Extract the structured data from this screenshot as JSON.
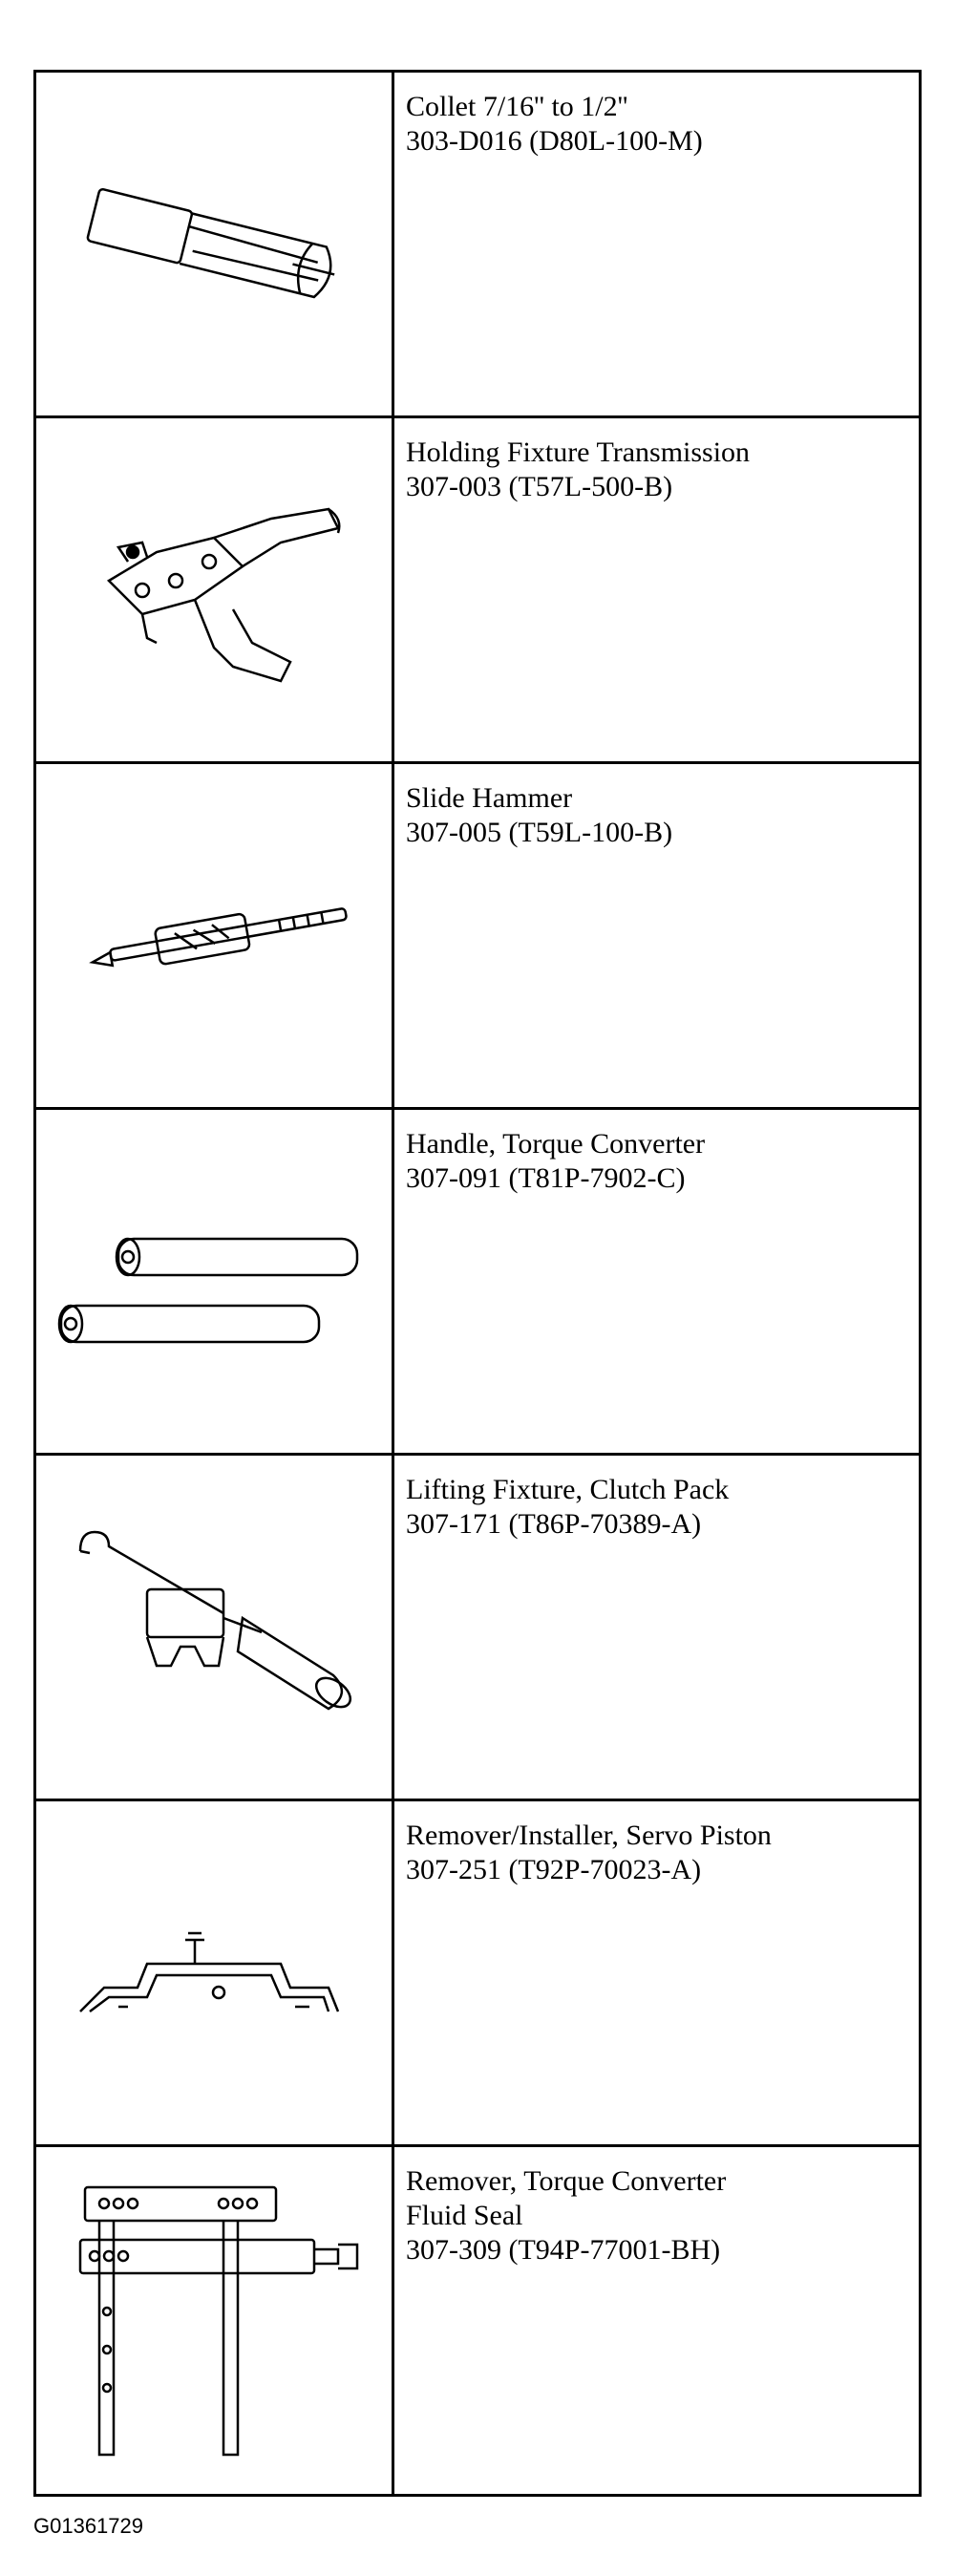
{
  "tools": [
    {
      "name": "Collet 7/16'' to 1/2''",
      "extra": "",
      "code": "303-D016 (D80L-100-M)",
      "icon": "collet-icon"
    },
    {
      "name": "Holding Fixture Transmission",
      "extra": "",
      "code": "307-003 (T57L-500-B)",
      "icon": "holding-fixture-icon"
    },
    {
      "name": "Slide Hammer",
      "extra": "",
      "code": "307-005 (T59L-100-B)",
      "icon": "slide-hammer-icon"
    },
    {
      "name": "Handle, Torque Converter",
      "extra": "",
      "code": "307-091 (T81P-7902-C)",
      "icon": "torque-converter-handle-icon"
    },
    {
      "name": "Lifting Fixture, Clutch Pack",
      "extra": "",
      "code": "307-171 (T86P-70389-A)",
      "icon": "lifting-fixture-icon"
    },
    {
      "name": "Remover/Installer, Servo Piston",
      "extra": "",
      "code": "307-251 (T92P-70023-A)",
      "icon": "servo-piston-tool-icon"
    },
    {
      "name": "Remover, Torque Converter",
      "extra": "Fluid Seal",
      "code": "307-309 (T94P-77001-BH)",
      "icon": "seal-remover-icon"
    }
  ],
  "footer": {
    "figure_id": "G01361729"
  }
}
